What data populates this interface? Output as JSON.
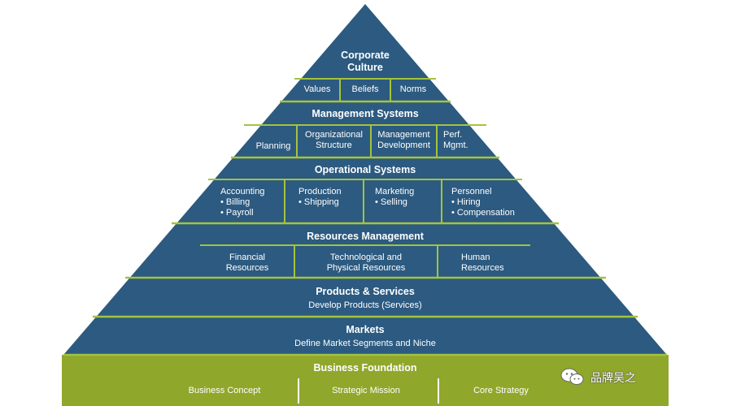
{
  "colors": {
    "pyramid": "#2c5a80",
    "base": "#8fa72b",
    "accent": "#a4c43c"
  },
  "culture": {
    "title_line1": "Corporate",
    "title_line2": "Culture",
    "items": [
      "Values",
      "Beliefs",
      "Norms"
    ]
  },
  "management": {
    "title": "Management Systems",
    "items": [
      {
        "line1": "Planning",
        "line2": ""
      },
      {
        "line1": "Organizational",
        "line2": "Structure"
      },
      {
        "line1": "Management",
        "line2": "Development"
      },
      {
        "line1": "Perf.",
        "line2": "Mgmt."
      }
    ]
  },
  "operational": {
    "title": "Operational Systems",
    "items": [
      {
        "title": "Accounting",
        "bullets": [
          "• Billing",
          "• Payroll"
        ]
      },
      {
        "title": "Production",
        "bullets": [
          "• Shipping"
        ]
      },
      {
        "title": "Marketing",
        "bullets": [
          "• Selling"
        ]
      },
      {
        "title": "Personnel",
        "bullets": [
          "• Hiring",
          "• Compensation"
        ]
      }
    ]
  },
  "resources": {
    "title": "Resources Management",
    "items": [
      {
        "line1": "Financial",
        "line2": "Resources"
      },
      {
        "line1": "Technological and",
        "line2": "Physical Resources"
      },
      {
        "line1": "Human",
        "line2": "Resources"
      }
    ]
  },
  "products": {
    "title": "Products & Services",
    "subtitle": "Develop Products (Services)"
  },
  "markets": {
    "title": "Markets",
    "subtitle": "Define Market Segments and Niche"
  },
  "foundation": {
    "title": "Business Foundation",
    "items": [
      "Business Concept",
      "Strategic Mission",
      "Core Strategy"
    ]
  },
  "watermark": {
    "text": "品牌吴之"
  }
}
